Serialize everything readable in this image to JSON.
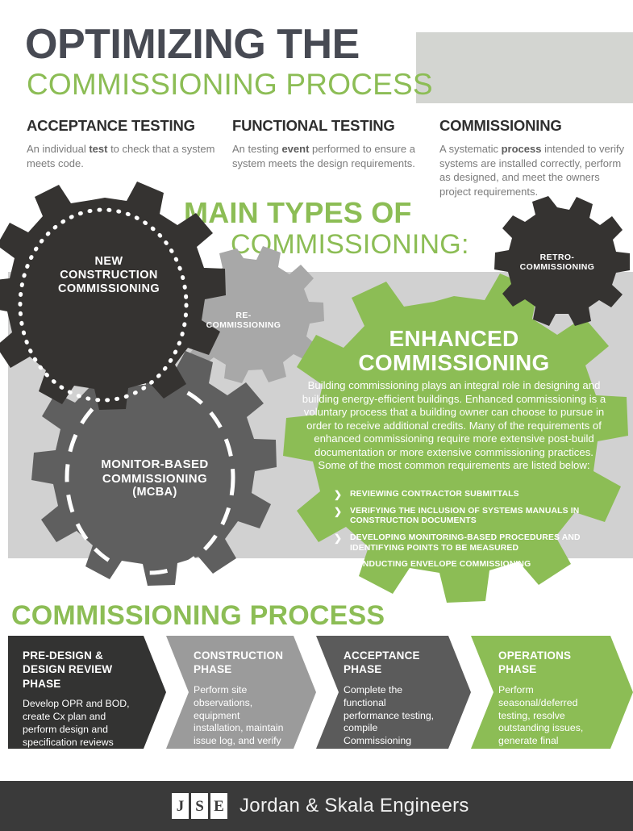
{
  "header": {
    "title_main": "OPTIMIZING THE",
    "title_sub": "COMMISSIONING PROCESS",
    "accent_green": "#8cbd55",
    "dark_slate": "#474a53",
    "gray_block": "#d3d5d1"
  },
  "definitions": [
    {
      "title": "ACCEPTANCE TESTING",
      "body_pre": "An individual ",
      "body_bold": "test",
      "body_post": " to check that a system meets code."
    },
    {
      "title": "FUNCTIONAL TESTING",
      "body_pre": "An testing ",
      "body_bold": "event",
      "body_post": " performed to ensure a system meets the design requirements."
    },
    {
      "title": "COMMISSIONING",
      "body_pre": "A systematic ",
      "body_bold": "process",
      "body_post": " intended to verify systems are installed correctly, perform as designed, and meet the owners project requirements."
    }
  ],
  "main_types": {
    "line1": "MAIN TYPES OF",
    "line2": "COMMISSIONING:"
  },
  "gears": [
    {
      "id": "new-construction",
      "label": "NEW\nCONSTRUCTION\nCOMMISSIONING",
      "color": "#353331",
      "ring": "dotted"
    },
    {
      "id": "re-commissioning",
      "label": "RE-\nCOMMISSIONING",
      "color": "#a8a8a8",
      "ring": "none"
    },
    {
      "id": "retro-commissioning",
      "label": "RETRO-\nCOMMISSIONING",
      "color": "#353331",
      "ring": "none"
    },
    {
      "id": "monitor-based",
      "label": "MONITOR-BASED\nCOMMISSIONING\n(MCBA)",
      "color": "#5f5f5f",
      "ring": "dashed"
    },
    {
      "id": "enhanced",
      "label": "ENHANCED COMMISSIONING",
      "color": "#8cbd55",
      "ring": "none"
    }
  ],
  "gear_labels": {
    "new_construction_l1": "NEW",
    "new_construction_l2": "CONSTRUCTION",
    "new_construction_l3": "COMMISSIONING",
    "re_l1": "RE-",
    "re_l2": "COMMISSIONING",
    "retro_l1": "RETRO-",
    "retro_l2": "COMMISSIONING",
    "mcba_l1": "MONITOR-BASED",
    "mcba_l2": "COMMISSIONING",
    "mcba_l3": "(MCBA)"
  },
  "enhanced": {
    "title_l1": "ENHANCED",
    "title_l2": "COMMISSIONING",
    "body": "Building commissioning plays an integral role in designing and building energy-efficient buildings. Enhanced commissioning is a voluntary process that a building owner can choose to pursue in order to receive additional credits.  Many of the requirements of enhanced commissioning require more extensive post-build documentation or more extensive commissioning practices.  Some of the most common requirements are listed below:",
    "bullets": [
      "REVIEWING CONTRACTOR SUBMITTALS",
      "VERIFYING THE INCLUSION OF SYSTEMS MANUALS IN CONSTRUCTION DOCUMENTS",
      "DEVELOPING MONITORING-BASED PROCEDURES AND IDENTIFYING POINTS TO BE MEASURED",
      "CONDUCTING ENVELOPE COMMISSIONING"
    ],
    "bullet_icon": "chevron-right-icon"
  },
  "process": {
    "heading": "COMMISSIONING PROCESS",
    "phases": [
      {
        "title": "PRE-DESIGN &\nDESIGN REVIEW PHASE",
        "body": "Develop OPR and BOD, create Cx plan and perform design and specification reviews",
        "color": "#333332"
      },
      {
        "title": "CONSTRUCTION\nPHASE",
        "body": "Perform site observations, equipment installation, maintain issue log, and verify pre-functional testing completed",
        "color": "#9b9b9b"
      },
      {
        "title": "ACCEPTANCE\nPHASE",
        "body": "Complete the functional performance testing, compile Commissioning Report, O&M documentation and training.",
        "color": "#5b5b5b"
      },
      {
        "title": "OPERATIONS\nPHASE",
        "body": "Perform seasonal/deferred testing, resolve outstanding issues, generate final commissioning report",
        "color": "#8cbd55"
      }
    ]
  },
  "footer": {
    "logo_letters": [
      "J",
      "S",
      "E"
    ],
    "company": "Jordan & Skala Engineers",
    "background": "#3a3a3a"
  }
}
